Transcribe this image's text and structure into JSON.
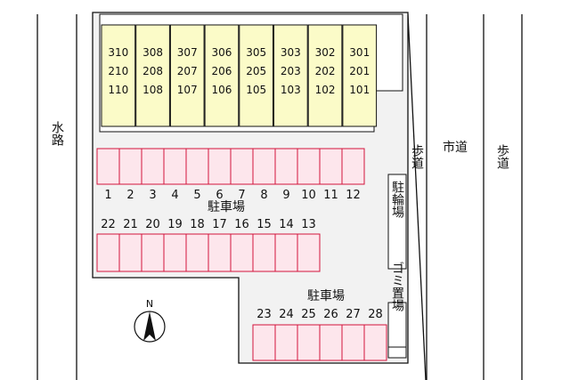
{
  "labels": {
    "waterway": "水路",
    "city_road": "市道",
    "sidewalk_inner": "歩道",
    "sidewalk_outer": "歩道",
    "parking_main": "駐車場",
    "parking_lower": "駐車場",
    "bike_parking": "駐輪場",
    "garbage": "ゴミ置場",
    "north": "N"
  },
  "building": {
    "columns": [
      [
        "310",
        "210",
        "110"
      ],
      [
        "308",
        "208",
        "108"
      ],
      [
        "307",
        "207",
        "107"
      ],
      [
        "306",
        "206",
        "106"
      ],
      [
        "305",
        "205",
        "105"
      ],
      [
        "303",
        "203",
        "103"
      ],
      [
        "302",
        "202",
        "102"
      ],
      [
        "301",
        "201",
        "101"
      ]
    ]
  },
  "parking": {
    "row_top": [
      "1",
      "2",
      "3",
      "4",
      "5",
      "6",
      "7",
      "8",
      "9",
      "10",
      "11",
      "12"
    ],
    "row_middle": [
      "22",
      "21",
      "20",
      "19",
      "18",
      "17",
      "16",
      "15",
      "14",
      "13"
    ],
    "row_bottom": [
      "23",
      "24",
      "25",
      "26",
      "27",
      "28"
    ]
  },
  "colors": {
    "building_fill": "#fbfbc8",
    "space_fill": "#fde6ec",
    "space_stroke": "#d2143c",
    "lot_fill": "#f2f2f2",
    "line": "#111111"
  }
}
